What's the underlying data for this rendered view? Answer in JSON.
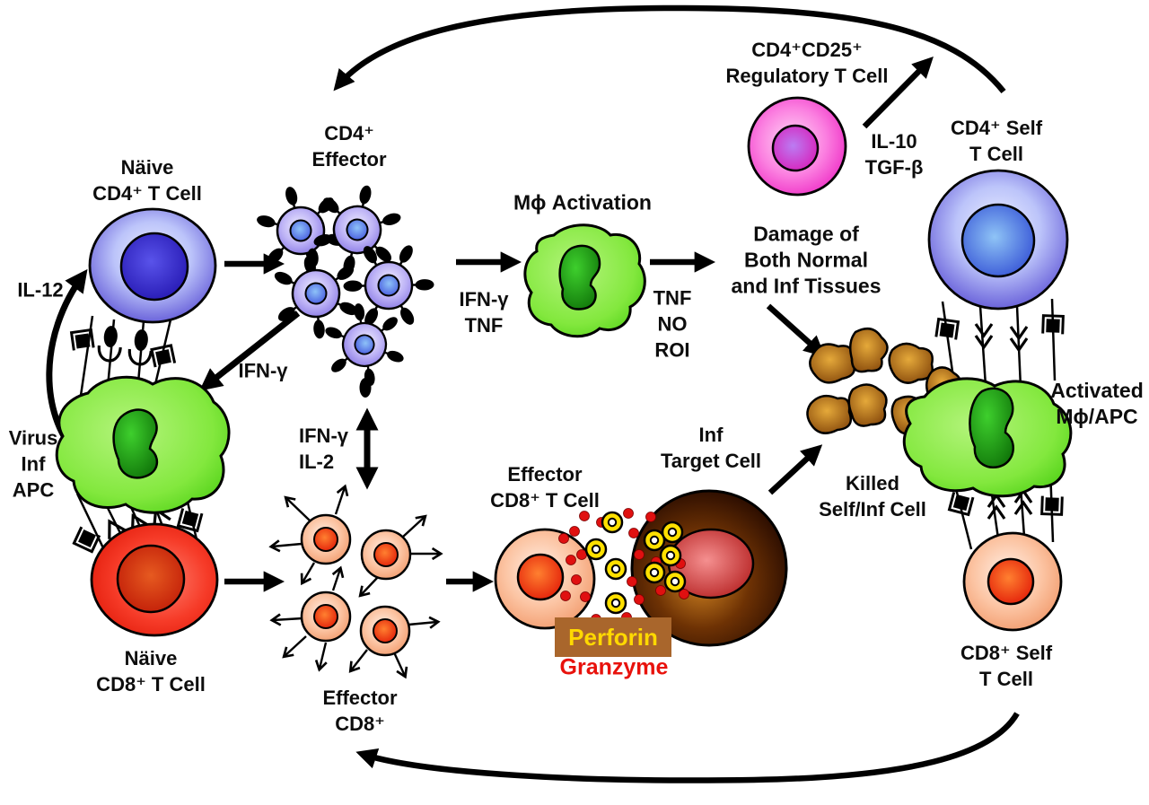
{
  "figure_type": "immunology pathway diagram",
  "colors": {
    "background": "#ffffff",
    "outline": "#000000",
    "t_cell_blue": "#4d40cf",
    "effector_blue": "#7e6ce2",
    "apc_green": "#5fd71c",
    "cd8_red": "#e81808",
    "salmon": "#ef9160",
    "magenta": "#ea14bc",
    "target_cell_brown": "#3a1505",
    "debris_brown": "#a8601a",
    "perforin_box": "#a9662c",
    "perforin_text": "#ffd900",
    "granzyme_text": "#e8120c"
  },
  "labels": {
    "naive_cd4": {
      "lines": [
        "Näive",
        "CD4⁺ T Cell"
      ]
    },
    "il12": {
      "text": "IL-12"
    },
    "virus_inf_apc": {
      "lines": [
        "Virus",
        "Inf",
        "APC"
      ]
    },
    "naive_cd8": {
      "lines": [
        "Näive",
        "CD8⁺ T Cell"
      ]
    },
    "cd4_effector": {
      "lines": [
        "CD4⁺",
        "Effector"
      ]
    },
    "ifn_gamma_to_apc": {
      "text": "IFN-γ"
    },
    "ifn_gamma_il2": {
      "lines": [
        "IFN-γ",
        "IL-2"
      ]
    },
    "effector_cd8_cluster": {
      "lines": [
        "Effector",
        "CD8⁺"
      ]
    },
    "mphi_activation": {
      "text": "Mϕ Activation"
    },
    "ifn_gamma_tnf": {
      "lines": [
        "IFN-γ",
        "TNF"
      ]
    },
    "tnf_no_roi": {
      "lines": [
        "TNF",
        "NO",
        "ROI"
      ]
    },
    "damage": {
      "lines": [
        "Damage of",
        "Both Normal",
        "and Inf Tissues"
      ]
    },
    "regulatory_t_cell": {
      "lines": [
        "CD4⁺CD25⁺",
        "Regulatory T Cell"
      ]
    },
    "il10_tgfb": {
      "lines": [
        "IL-10",
        "TGF-β"
      ]
    },
    "cd4_self": {
      "lines": [
        "CD4⁺ Self",
        "T Cell"
      ]
    },
    "activated_mphi": {
      "lines": [
        "Activated",
        "Mϕ/APC"
      ]
    },
    "killed_cell": {
      "lines": [
        "Killed",
        "Self/Inf Cell"
      ]
    },
    "cd8_self": {
      "lines": [
        "CD8⁺ Self",
        "T Cell"
      ]
    },
    "effector_cd8_t_cell": {
      "lines": [
        "Effector",
        "CD8⁺ T Cell"
      ]
    },
    "inf_target_cell": {
      "lines": [
        "Inf",
        "Target Cell"
      ]
    },
    "perforin": {
      "text": "Perforin"
    },
    "granzyme": {
      "text": "Granzyme"
    }
  }
}
